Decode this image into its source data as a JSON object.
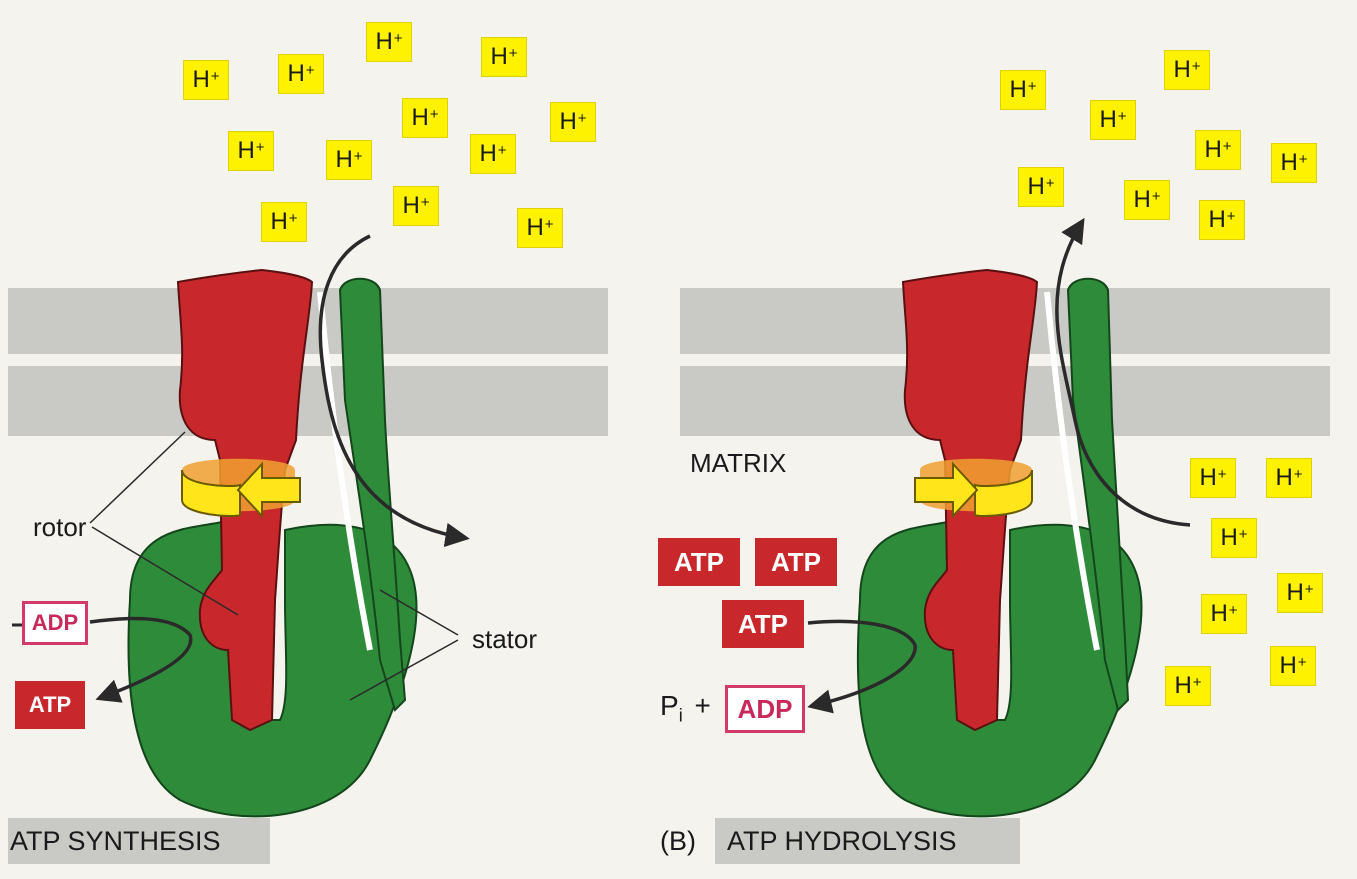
{
  "left": {
    "caption": "ATP SYNTHESIS",
    "rotor_label": "rotor",
    "stator_label": "stator",
    "adp_label": "ADP",
    "atp_label": "ATP"
  },
  "right": {
    "caption_prefix": "(B)",
    "caption": "ATP HYDROLYSIS",
    "matrix_label": "MATRIX",
    "atp_labels": [
      "ATP",
      "ATP",
      "ATP"
    ],
    "pi_label": "P",
    "pi_subscript": "i",
    "plus": "+",
    "adp_label": "ADP"
  },
  "proton": {
    "symbol": "H",
    "charge": "+"
  },
  "colors": {
    "rotor": "#c8282c",
    "stator": "#2e8b3a",
    "proton_box": "#fff200",
    "membrane": "#c9cac6",
    "arrow_yellow": "#ffe51a"
  }
}
